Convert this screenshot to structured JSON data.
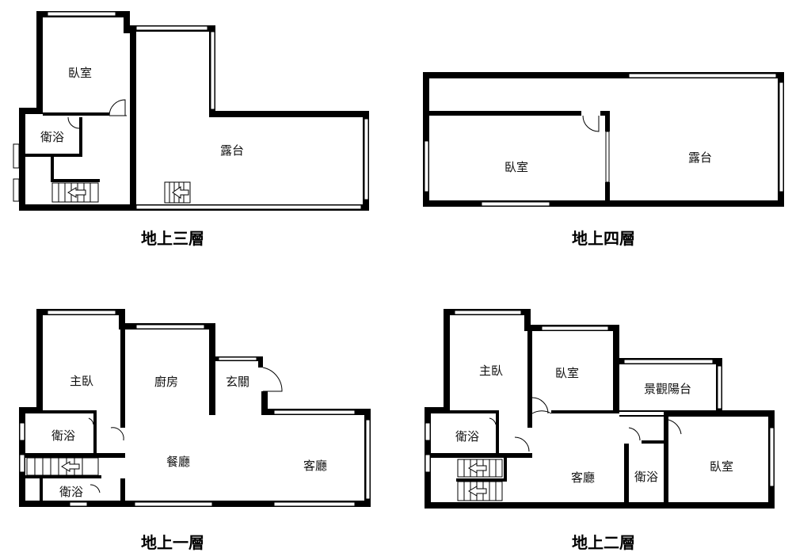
{
  "floors": [
    {
      "title": "地上三層",
      "rooms": [
        "臥室",
        "衛浴",
        "露台"
      ]
    },
    {
      "title": "地上四層",
      "rooms": [
        "臥室",
        "露台"
      ]
    },
    {
      "title": "地上一層",
      "rooms": [
        "主臥",
        "廚房",
        "玄關",
        "衛浴",
        "餐廳",
        "客廳",
        "衛浴"
      ]
    },
    {
      "title": "地上二層",
      "rooms": [
        "主臥",
        "臥室",
        "景觀陽台",
        "衛浴",
        "客廳",
        "衛浴",
        "臥室"
      ]
    }
  ]
}
